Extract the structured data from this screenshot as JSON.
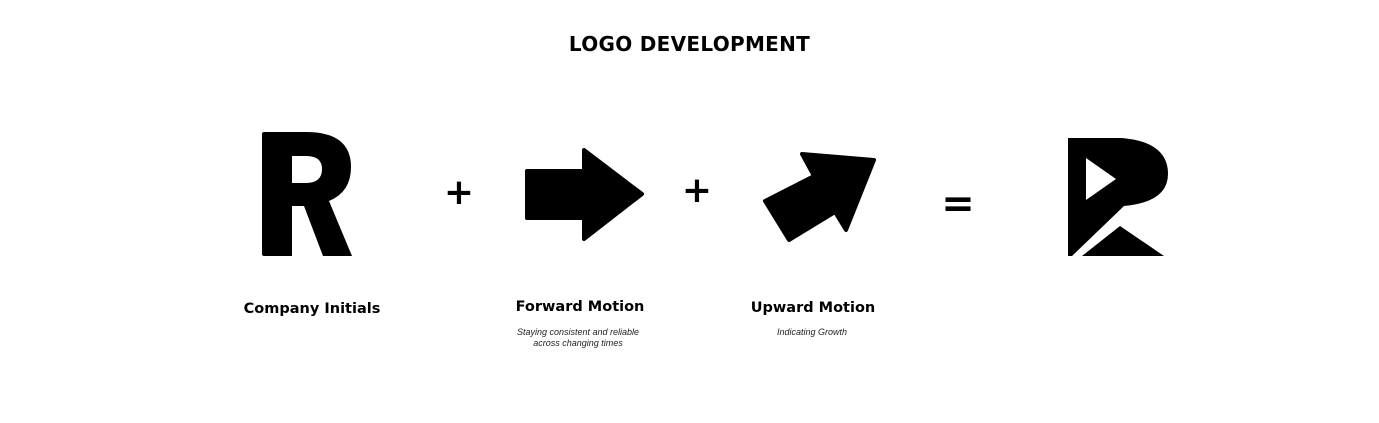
{
  "page": {
    "title": "LOGO DEVELOPMENT"
  },
  "components": [
    {
      "label": "Company Initials",
      "caption_lines": []
    },
    {
      "label": "Forward Motion",
      "caption_lines": [
        "Staying consistent and reliable",
        "across changing times"
      ]
    },
    {
      "label": "Upward Motion",
      "caption_lines": [
        "Indicating Growth"
      ]
    }
  ],
  "operators": {
    "plus_1": "+",
    "plus_2": "+",
    "equals": "="
  },
  "glyphs": {
    "initial_letter": "R",
    "forward_icon": "arrow-right-icon",
    "upward_icon": "arrow-up-right-icon",
    "result_icon": "r-logo-mark-icon"
  },
  "colors": {
    "ink": "#000000",
    "background": "#ffffff"
  }
}
